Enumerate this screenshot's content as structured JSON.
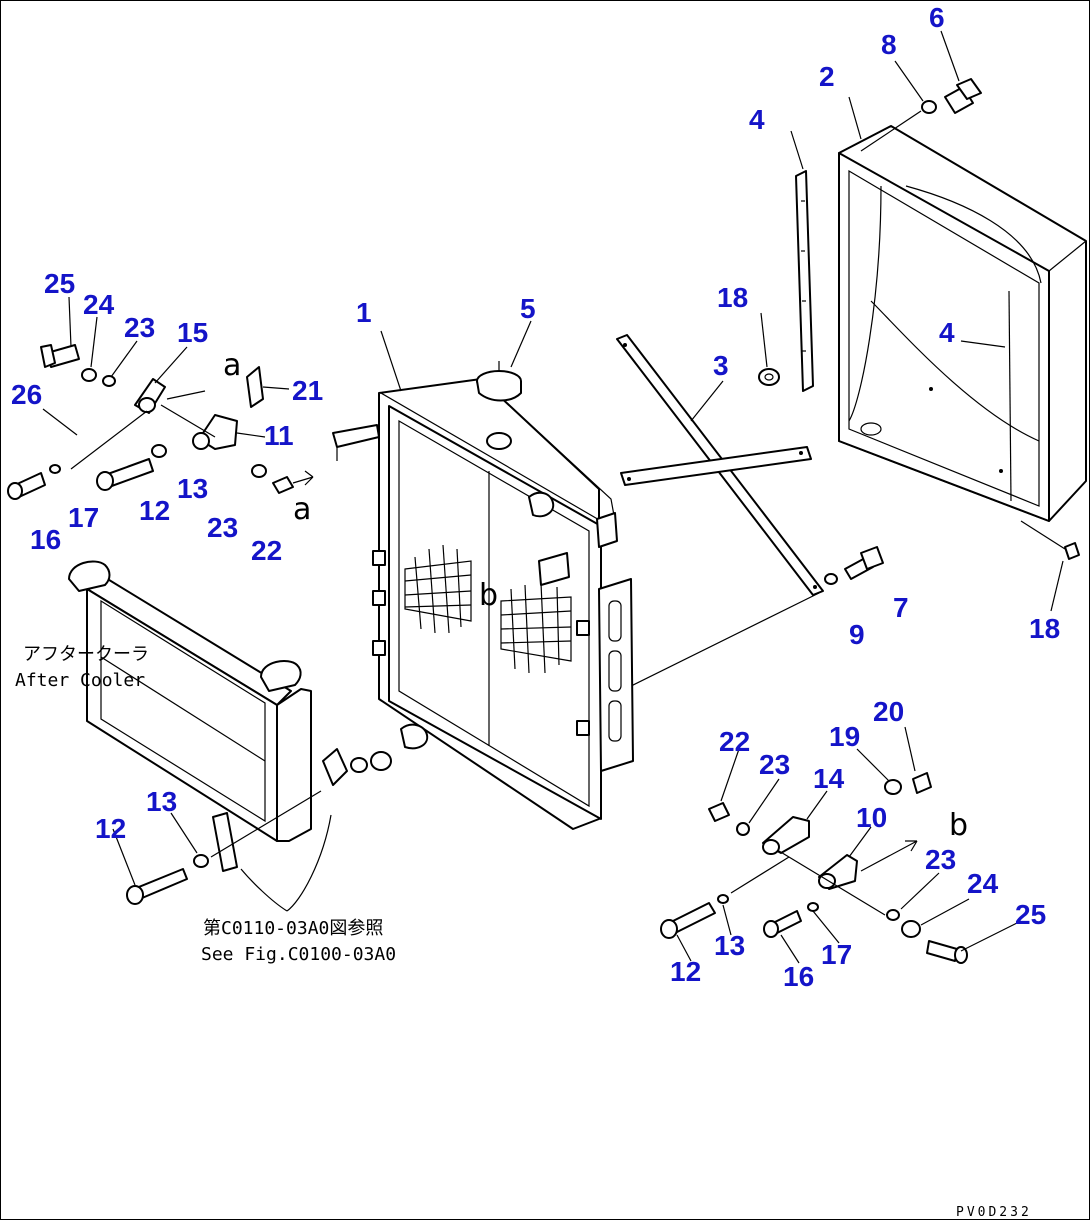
{
  "diagram": {
    "callouts": [
      {
        "id": "1",
        "text": "1"
      },
      {
        "id": "2",
        "text": "2"
      },
      {
        "id": "3",
        "text": "3"
      },
      {
        "id": "4a",
        "text": "4"
      },
      {
        "id": "4b",
        "text": "4"
      },
      {
        "id": "5",
        "text": "5"
      },
      {
        "id": "6",
        "text": "6"
      },
      {
        "id": "7",
        "text": "7"
      },
      {
        "id": "8",
        "text": "8"
      },
      {
        "id": "9",
        "text": "9"
      },
      {
        "id": "10",
        "text": "10"
      },
      {
        "id": "11",
        "text": "11"
      },
      {
        "id": "12a",
        "text": "12"
      },
      {
        "id": "12b",
        "text": "12"
      },
      {
        "id": "12c",
        "text": "12"
      },
      {
        "id": "13a",
        "text": "13"
      },
      {
        "id": "13b",
        "text": "13"
      },
      {
        "id": "13c",
        "text": "13"
      },
      {
        "id": "14",
        "text": "14"
      },
      {
        "id": "15",
        "text": "15"
      },
      {
        "id": "16a",
        "text": "16"
      },
      {
        "id": "16b",
        "text": "16"
      },
      {
        "id": "17a",
        "text": "17"
      },
      {
        "id": "17b",
        "text": "17"
      },
      {
        "id": "18a",
        "text": "18"
      },
      {
        "id": "18b",
        "text": "18"
      },
      {
        "id": "19",
        "text": "19"
      },
      {
        "id": "20",
        "text": "20"
      },
      {
        "id": "21",
        "text": "21"
      },
      {
        "id": "22a",
        "text": "22"
      },
      {
        "id": "22b",
        "text": "22"
      },
      {
        "id": "23a",
        "text": "23"
      },
      {
        "id": "23b",
        "text": "23"
      },
      {
        "id": "23c",
        "text": "23"
      },
      {
        "id": "23d",
        "text": "23"
      },
      {
        "id": "24a",
        "text": "24"
      },
      {
        "id": "24b",
        "text": "24"
      },
      {
        "id": "25a",
        "text": "25"
      },
      {
        "id": "25b",
        "text": "25"
      },
      {
        "id": "26",
        "text": "26"
      }
    ],
    "ref_letters": {
      "a1": "a",
      "a2": "a",
      "b1": "b",
      "b2": "b"
    },
    "aftercooler_label_jp": "アフタークーラ",
    "aftercooler_label_en": "After Cooler",
    "fig_ref_jp": "第C0110-03A0図参照",
    "fig_ref_en": "See Fig.C0100-03A0",
    "drawing_code": "PV0D232"
  }
}
